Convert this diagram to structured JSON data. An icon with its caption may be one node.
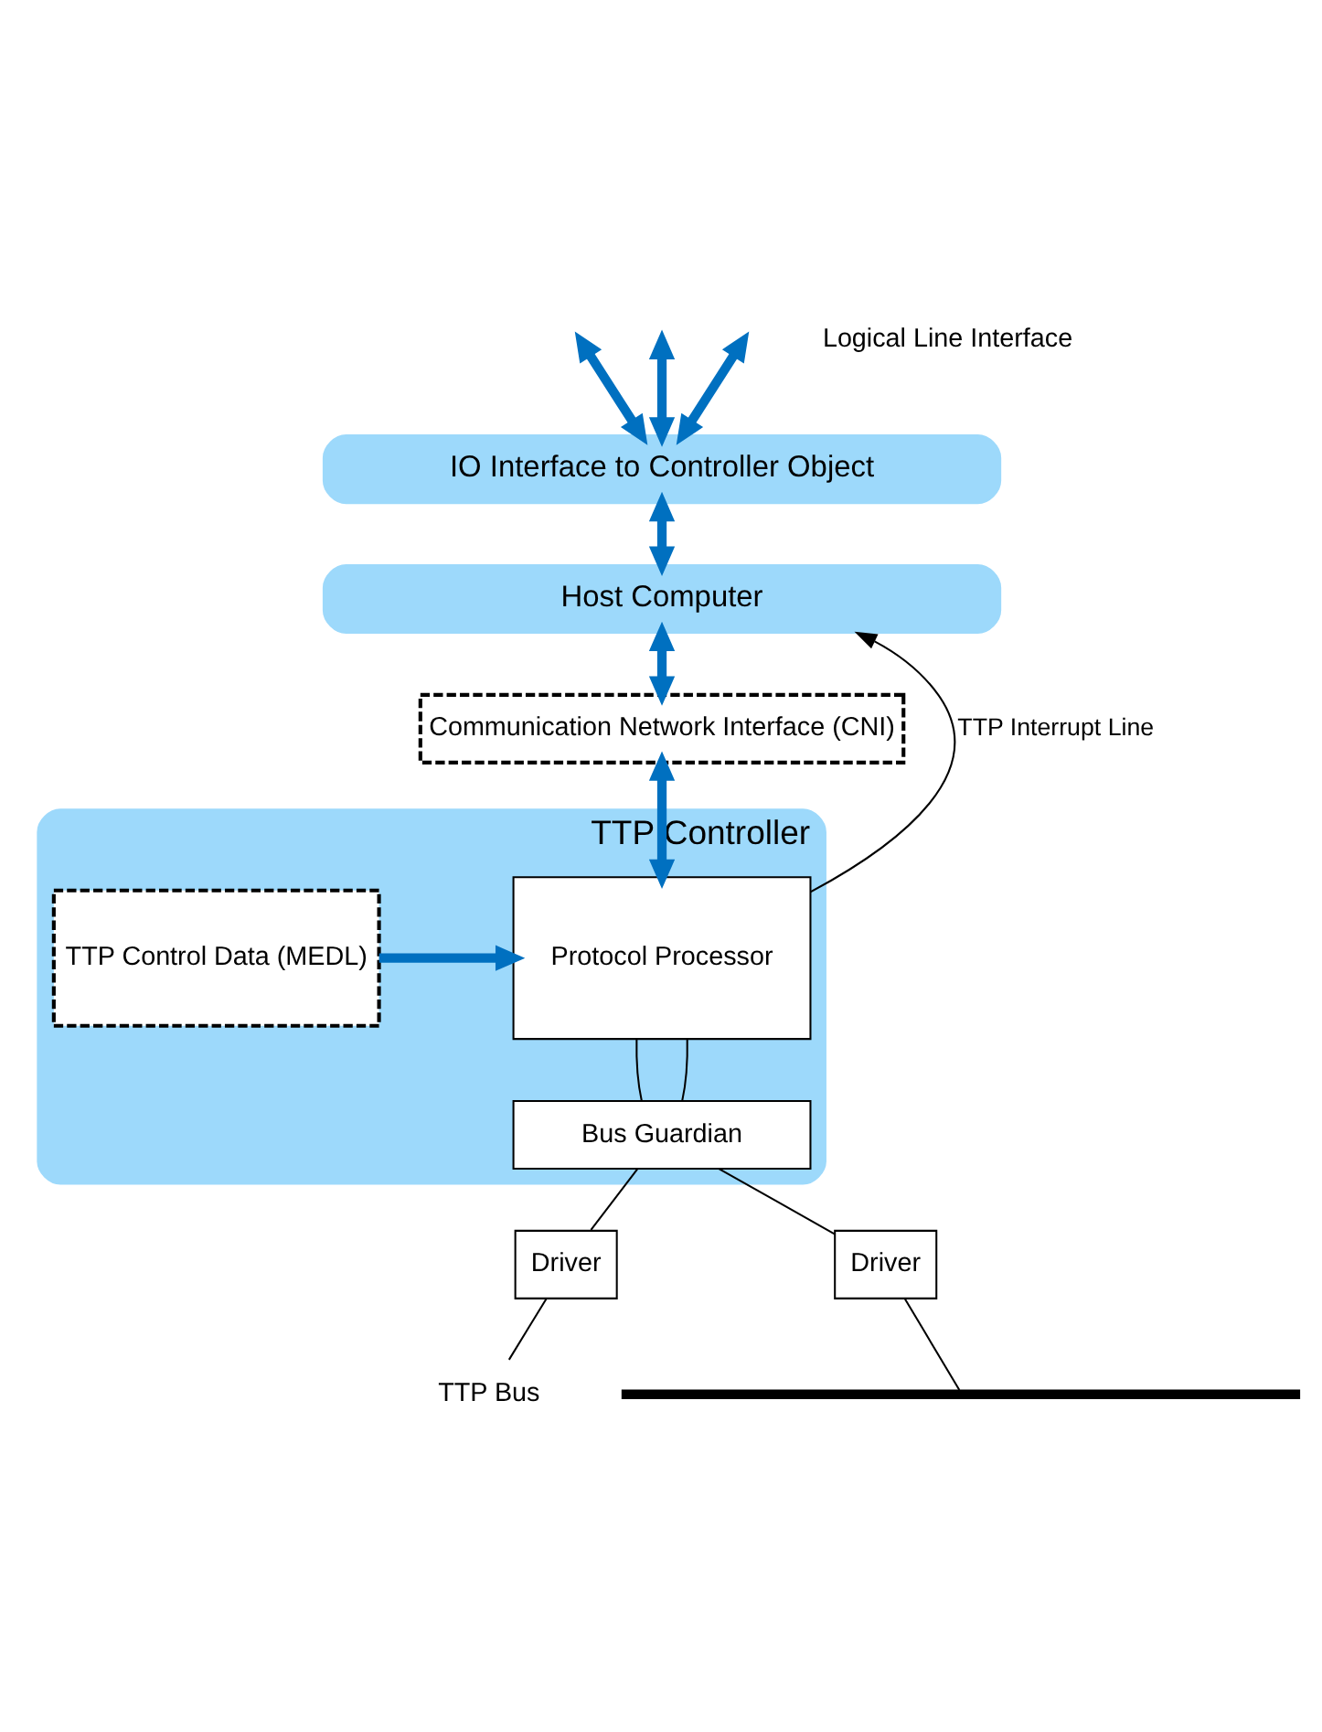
{
  "diagram": {
    "nodes": [
      {
        "text": [
          "IO Interface to Controller Object"
        ]
      },
      {
        "text": [
          "Host Computer"
        ]
      },
      {
        "text": [
          "Communication Network Interface (CNI)"
        ]
      },
      {
        "text": [
          "TTP Controller"
        ]
      },
      {
        "text": [
          "Protocol Processor"
        ],
        "in": 3
      },
      {
        "text": [
          "TTP Control Data (MEDL)"
        ],
        "in": 3
      },
      {
        "text": [
          "Bus Guardian"
        ],
        "in": 3
      },
      {
        "text": [
          "Driver"
        ]
      },
      {
        "text": [
          "Driver"
        ]
      },
      {
        "text": [
          "TTP Bus"
        ]
      },
      {
        "text": [],
        "shape": "bar"
      }
    ],
    "edges": [
      {
        "from": null,
        "to": 0,
        "arrow": "both",
        "style": "thick",
        "color": "#0070c0"
      },
      {
        "from": null,
        "to": 0,
        "arrow": "both",
        "style": "thick",
        "color": "#0070c0"
      },
      {
        "from": null,
        "to": 0,
        "arrow": "both",
        "style": "thick",
        "color": "#0070c0"
      },
      {
        "from": 0,
        "to": 1,
        "arrow": "both",
        "style": "thick",
        "color": "#0070c0"
      },
      {
        "from": 1,
        "to": 2,
        "arrow": "both",
        "style": "thick",
        "color": "#0070c0"
      },
      {
        "from": 2,
        "to": 4,
        "arrow": "both",
        "style": "thick",
        "color": "#0070c0"
      },
      {
        "from": 5,
        "to": 4,
        "arrow": "to",
        "style": "thick",
        "color": "#0070c0"
      },
      {
        "from": 4,
        "to": 1,
        "arrow": "to",
        "label": "TTP Interrupt Line",
        "color": "#000000"
      },
      {
        "from": 4,
        "to": 6,
        "arrow": "none",
        "color": "#000000"
      },
      {
        "from": 4,
        "to": 6,
        "arrow": "none",
        "color": "#000000"
      },
      {
        "from": 6,
        "to": 7,
        "arrow": "none",
        "color": "#000000"
      },
      {
        "from": 6,
        "to": 8,
        "arrow": "none",
        "color": "#000000"
      },
      {
        "from": 7,
        "to": 9,
        "arrow": "none",
        "color": "#000000"
      },
      {
        "from": 8,
        "to": 10,
        "arrow": "none",
        "color": "#000000"
      }
    ],
    "labels": [
      "Logical Line Interface"
    ]
  }
}
